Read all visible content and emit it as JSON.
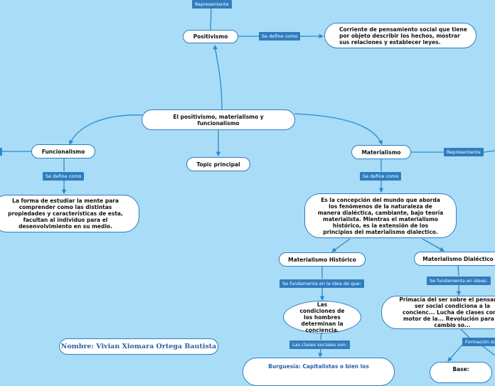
{
  "map": {
    "central": "El positivismo, materialismo y funcionalismo",
    "topic": "Topic principal",
    "positivismo": {
      "title": "Positivismo",
      "representante_label": "Representante",
      "define_label": "Se define como",
      "definition": "Corriente de pensamiento social que tiene por objeto describir los hechos, mostrar sus relaciones y establecer leyes."
    },
    "funcionalismo": {
      "title": "Funcionalismo",
      "define_label": "Se define como",
      "definition": "La forma de estudiar la mente para comprender como las distintas propiedades y características de esta, facultan al individuo para el desenvolvimiento en su medio."
    },
    "materialismo": {
      "title": "Materialismo",
      "representante_label": "Representante",
      "define_label": "Se define como",
      "definition": "Es la concepción del mundo que aborda los fenómenos de la naturaleza de manera dialéctica, cambiante, bajo teoría materialista. Mientras el materialismo histórico, es la extensión de los principios del materialismo dialectico."
    },
    "historico": {
      "title": "Materialismo Histórico",
      "fundamenta_label": "Se fundamenta en la idea de que:",
      "condiciones": "Las condiciones de los hombres determinan la conciencia.",
      "clases_label": "Las clases sociales son:",
      "burguesia": "Burguesía: Capitalistas o bien los"
    },
    "dialectico": {
      "title": "Materialismo Dialéctico",
      "fundamenta_label": "Se fundamenta en ideas:",
      "ideas": "Primacía del ser sobre el pensam... ser social condiciona a la concienc... Lucha de clases como motor de la... Revolución para el cambio so...",
      "formacion_label": "Formación so",
      "base": "Base:"
    },
    "author": "Nombre: Vivian Xiomara Ortega Bautista"
  },
  "colors": {
    "background": "#a9dcf7",
    "accent": "#2f7dbf",
    "connector": "#2b8ad0",
    "author_text": "#2a62a6"
  }
}
